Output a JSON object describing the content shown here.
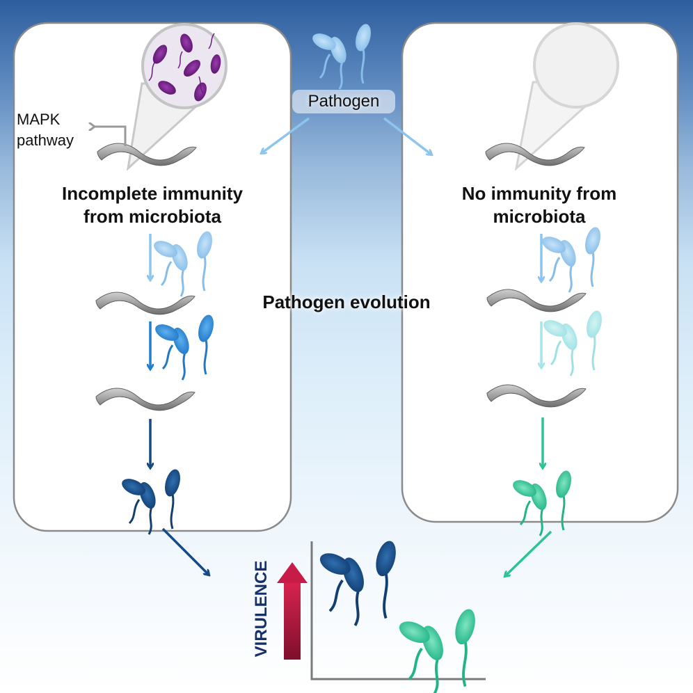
{
  "labels": {
    "pathogen": "Pathogen",
    "mapk_line1": "MAPK",
    "mapk_line2": "pathway",
    "left_title_line1": "Incomplete immunity",
    "left_title_line2": "from microbiota",
    "right_title_line1": "No immunity from",
    "right_title_line2": "microbiota",
    "evolution": "Pathogen evolution",
    "virulence": "VIRULENCE"
  },
  "colors": {
    "background_top": "#2e5e9e",
    "background_bottom": "#ffffff",
    "panel_border": "#8a8a8a",
    "microbiota": "#6a1d7c",
    "pathogen_light": "#9ccbef",
    "left_mid": "#2d89d6",
    "left_dark": "#1a4d86",
    "right_faded": "#9fe3e6",
    "right_teal": "#33c99a",
    "virulence_arrow": "#b51842",
    "worm": "#8e8e8e"
  },
  "icons": [
    "pathogen-cluster-icon",
    "worm-icon",
    "microbiota-magnifier-icon",
    "empty-magnifier-icon",
    "virulence-up-arrow-icon"
  ]
}
